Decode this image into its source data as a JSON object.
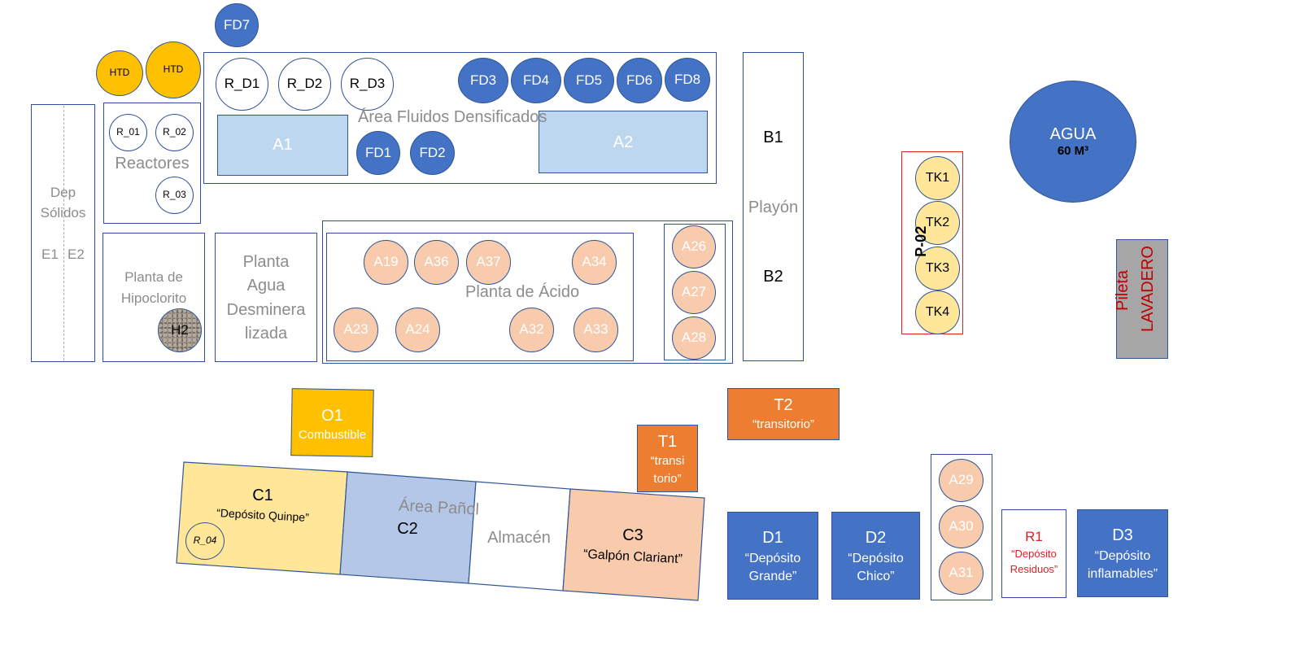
{
  "fd7": "FD7",
  "htd_small": "HTD",
  "htd_large": "HTD",
  "fluidos": {
    "title": "Área Fluidos Densificados",
    "r_d1": "R_D1",
    "r_d2": "R_D2",
    "r_d3": "R_D3",
    "fd3": "FD3",
    "fd4": "FD4",
    "fd5": "FD5",
    "fd6": "FD6",
    "fd8": "FD8",
    "fd1": "FD1",
    "fd2": "FD2",
    "a1": "A1",
    "a2": "A2"
  },
  "reactores": {
    "title": "Reactores",
    "r01": "R_01",
    "r02": "R_02",
    "r03": "R_03"
  },
  "dep_solidos": {
    "title_1": "Dep",
    "title_2": "Sólidos",
    "e1": "E1",
    "e2": "E2"
  },
  "hipoclorito": {
    "title_1": "Planta de",
    "title_2": "Hipoclorito",
    "h2": "H2"
  },
  "desmineralizada": {
    "line1": "Planta",
    "line2": "Agua",
    "line3": "Desminera",
    "line4": "lizada"
  },
  "acido": {
    "title": "Planta de Ácido",
    "a19": "A19",
    "a36": "A36",
    "a37": "A37",
    "a34": "A34",
    "a23": "A23",
    "a24": "A24",
    "a32": "A32",
    "a33": "A33",
    "a26": "A26",
    "a27": "A27",
    "a28": "A28"
  },
  "playon": {
    "b1": "B1",
    "title": "Playón",
    "b2": "B2"
  },
  "agua": {
    "title": "AGUA",
    "capacity": "60 M³"
  },
  "tanks": {
    "label": "P-02",
    "tk1": "TK1",
    "tk2": "TK2",
    "tk3": "TK3",
    "tk4": "TK4"
  },
  "pileta": {
    "line1": "Pileta",
    "line2": "LAVADERO"
  },
  "o1": {
    "code": "O1",
    "name": "Combustible"
  },
  "t1": {
    "code": "T1",
    "line1": "“transi",
    "line2": "torio”"
  },
  "t2": {
    "code": "T2",
    "name": "“transitorio”"
  },
  "c1": {
    "code": "C1",
    "name": "“Depósito Quinpe”",
    "r04": "R_04"
  },
  "c2": {
    "code": "C2",
    "area": "Área Pañol"
  },
  "almacen": "Almacén",
  "c3": {
    "code": "C3",
    "name": "“Galpón Clariant”"
  },
  "d1": {
    "code": "D1",
    "line1": "“Depósito",
    "line2": "Grande”"
  },
  "d2": {
    "code": "D2",
    "line1": "“Depósito",
    "line2": "Chico”"
  },
  "a_bottom": {
    "a29": "A29",
    "a30": "A30",
    "a31": "A31"
  },
  "r1": {
    "code": "R1",
    "line1": "“Depósito",
    "line2": "Residuos”"
  },
  "d3": {
    "code": "D3",
    "line1": "“Depósito",
    "line2": "inflamables”"
  },
  "colors": {
    "blue": "#4472c4",
    "peach": "#f8cbad",
    "gold": "#ffc000",
    "light_yellow": "#ffe699",
    "light_blue": "#bdd7ee",
    "orange": "#ed7d31",
    "gray": "#a6a6a6",
    "red": "#c00000"
  }
}
